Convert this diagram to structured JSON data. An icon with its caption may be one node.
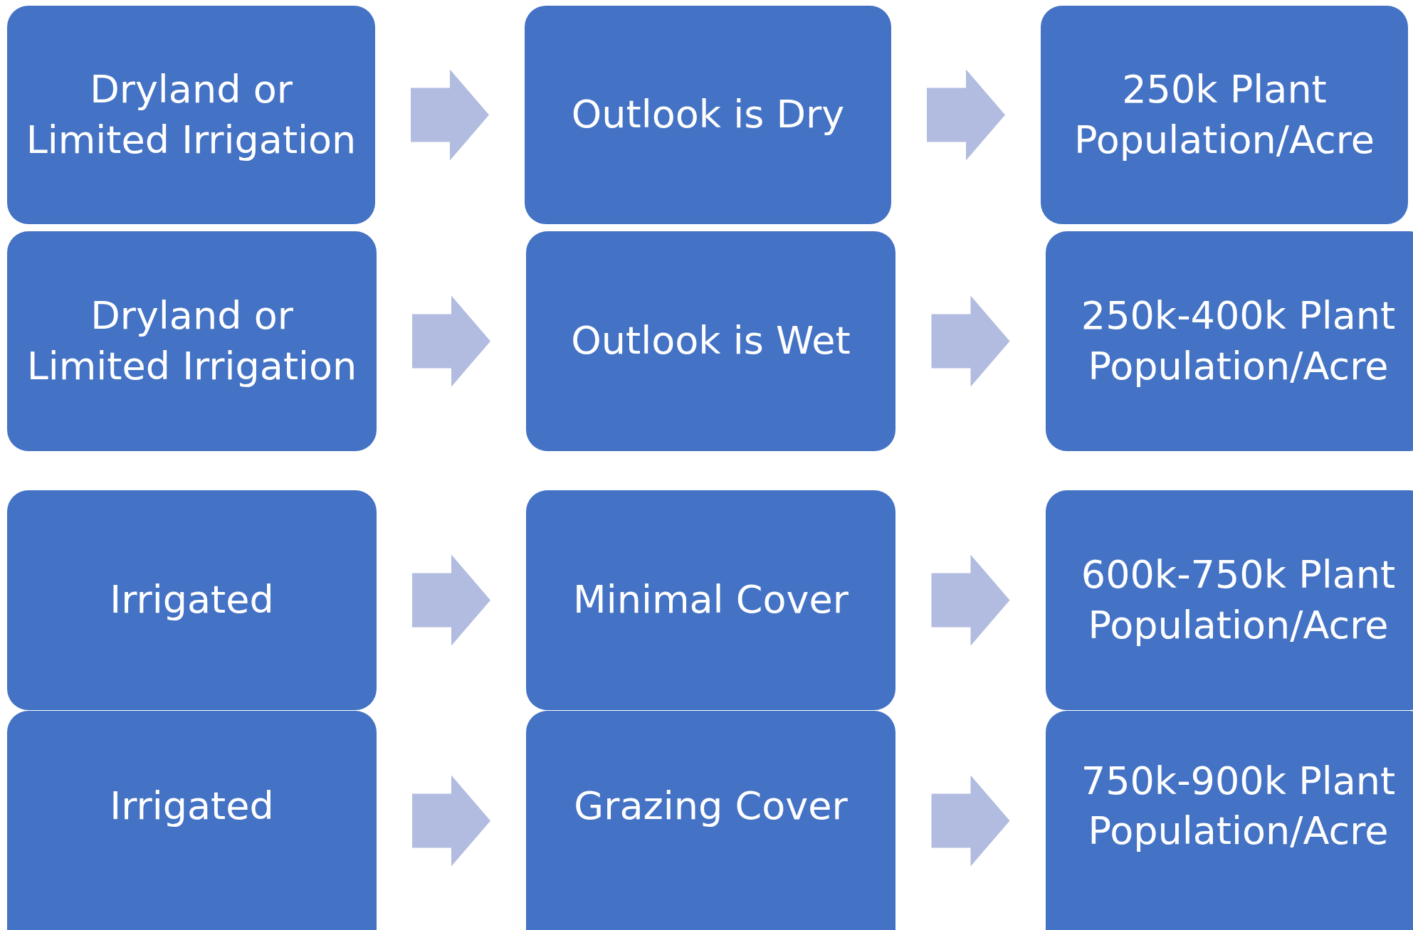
{
  "diagram": {
    "nodes": [
      {
        "text": [
          "Dryland or Limited Irrigation"
        ]
      },
      {
        "text": [
          "Outlook is Dry"
        ]
      },
      {
        "text": [
          "250k Plant Population/Acre"
        ]
      },
      {
        "text": [
          "Dryland or Limited Irrigation"
        ]
      },
      {
        "text": [
          "Outlook is Wet"
        ]
      },
      {
        "text": [
          "250k-400k Plant Population/Acre"
        ]
      },
      {
        "text": [
          "Irrigated"
        ]
      },
      {
        "text": [
          "Minimal Cover"
        ]
      },
      {
        "text": [
          "600k-750k Plant Population/Acre"
        ]
      },
      {
        "text": [
          "Irrigated"
        ]
      },
      {
        "text": [
          "Grazing Cover"
        ]
      },
      {
        "text": [
          "750k-900k Plant Population/Acre"
        ]
      }
    ],
    "edges": [
      {
        "from": 0,
        "to": 1,
        "arrow": "to"
      },
      {
        "from": 1,
        "to": 2,
        "arrow": "to"
      },
      {
        "from": 3,
        "to": 4,
        "arrow": "to"
      },
      {
        "from": 4,
        "to": 5,
        "arrow": "to"
      },
      {
        "from": 6,
        "to": 7,
        "arrow": "to"
      },
      {
        "from": 7,
        "to": 8,
        "arrow": "to"
      },
      {
        "from": 9,
        "to": 10,
        "arrow": "to"
      },
      {
        "from": 10,
        "to": 11,
        "arrow": "to"
      }
    ]
  }
}
